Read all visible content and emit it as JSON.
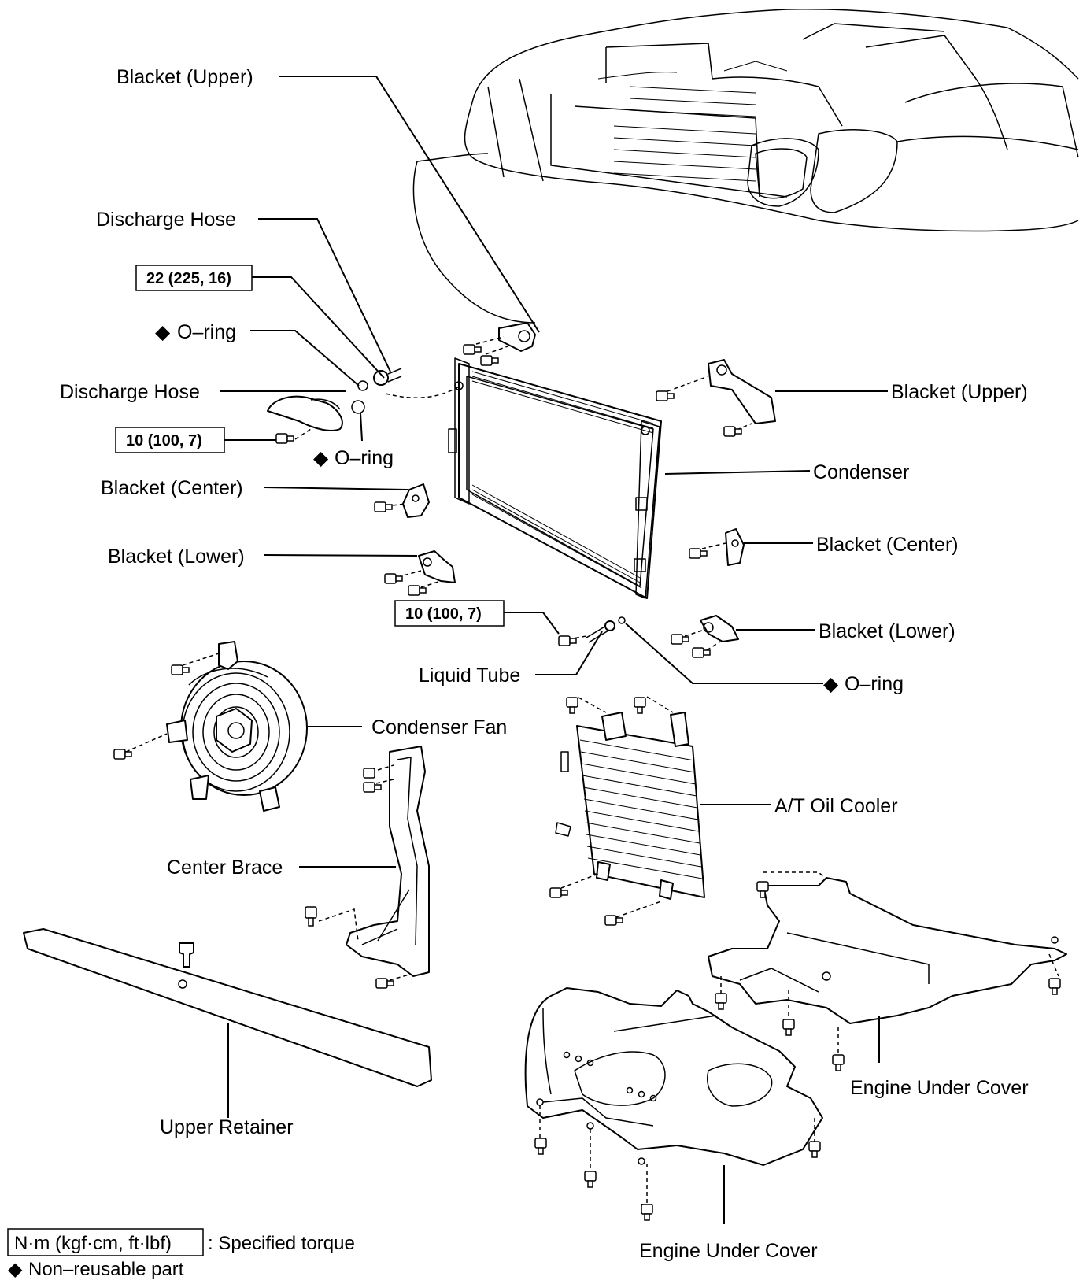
{
  "labels": {
    "blacket_upper_left": "Blacket (Upper)",
    "discharge_hose_top": "Discharge Hose",
    "torque_22": "22 (225, 16)",
    "oring_1": "O–ring",
    "discharge_hose_2": "Discharge Hose",
    "torque_10_a": "10 (100, 7)",
    "oring_2": "O–ring",
    "blacket_center_left": "Blacket (Center)",
    "blacket_lower_left": "Blacket (Lower)",
    "torque_10_b": "10 (100, 7)",
    "liquid_tube": "Liquid Tube",
    "oring_3": "O–ring",
    "blacket_upper_right": "Blacket (Upper)",
    "condenser": "Condenser",
    "blacket_center_right": "Blacket (Center)",
    "blacket_lower_right": "Blacket (Lower)",
    "condenser_fan": "Condenser Fan",
    "at_oil_cooler": "A/T Oil Cooler",
    "center_brace": "Center Brace",
    "engine_under_cover_right": "Engine Under Cover",
    "upper_retainer": "Upper Retainer",
    "engine_under_cover_bottom": "Engine Under Cover"
  },
  "legend": {
    "torque_box": "N·m (kgf·cm, ft·lbf)",
    "torque_desc": ": Specified torque",
    "nonreusable_desc": "Non–reusable part"
  },
  "symbols": {
    "diamond": "◆"
  }
}
